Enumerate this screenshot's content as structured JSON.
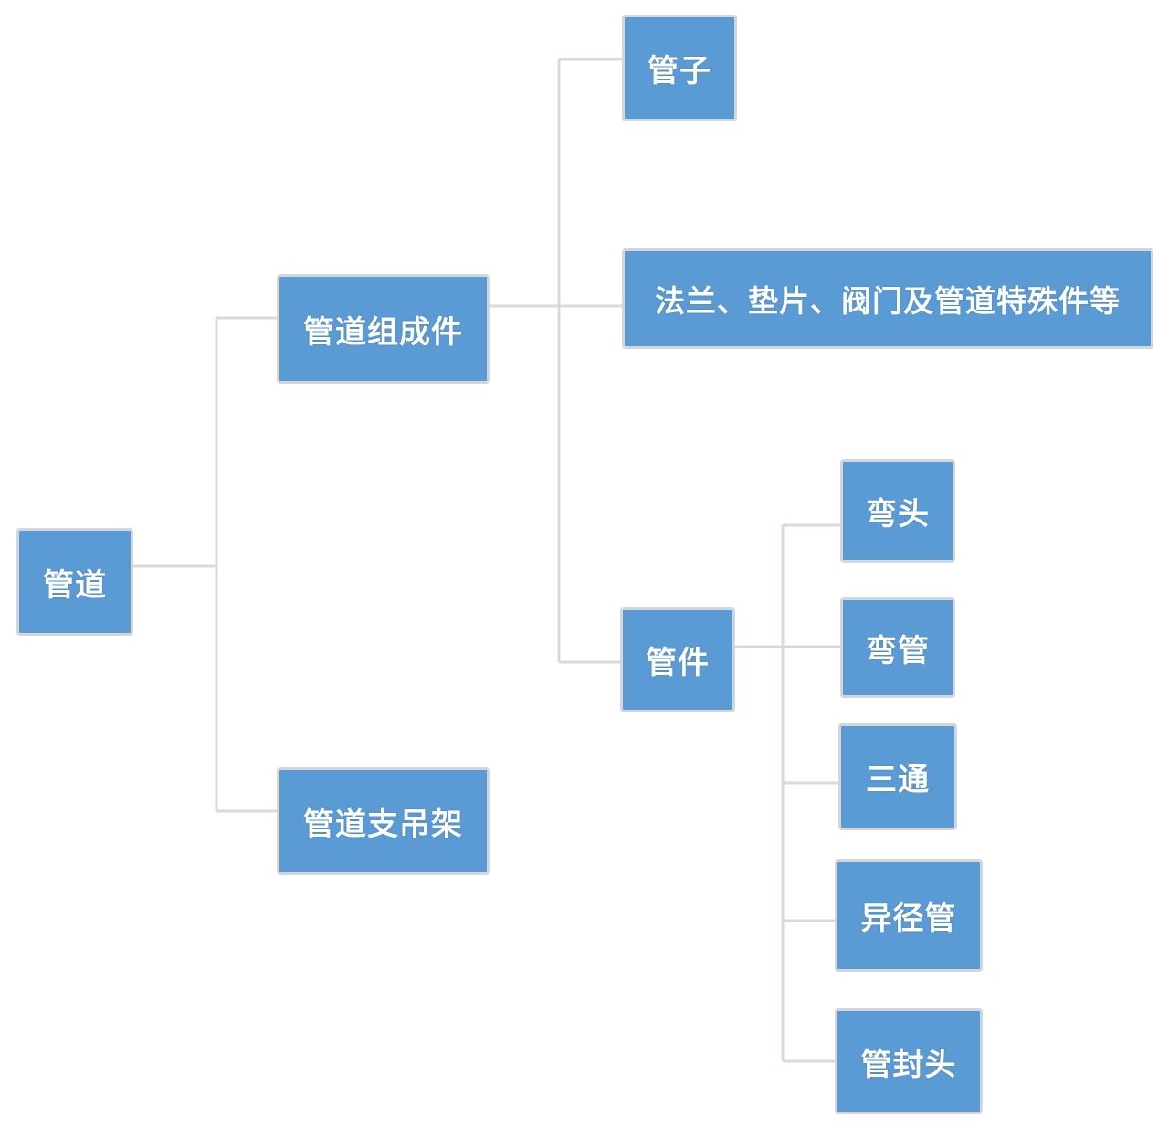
{
  "diagram": {
    "root": "管道",
    "level1": [
      "管道组成件",
      "管道支吊架"
    ],
    "components": [
      "管子",
      "法兰、垫片、阀门及管道特殊件等",
      "管件"
    ],
    "fittings": [
      "弯头",
      "弯管",
      "三通",
      "异径管",
      "管封头"
    ]
  },
  "colors": {
    "node": "#5b9bd5",
    "border": "#d3d6da",
    "connector": "#d9d9d9"
  }
}
